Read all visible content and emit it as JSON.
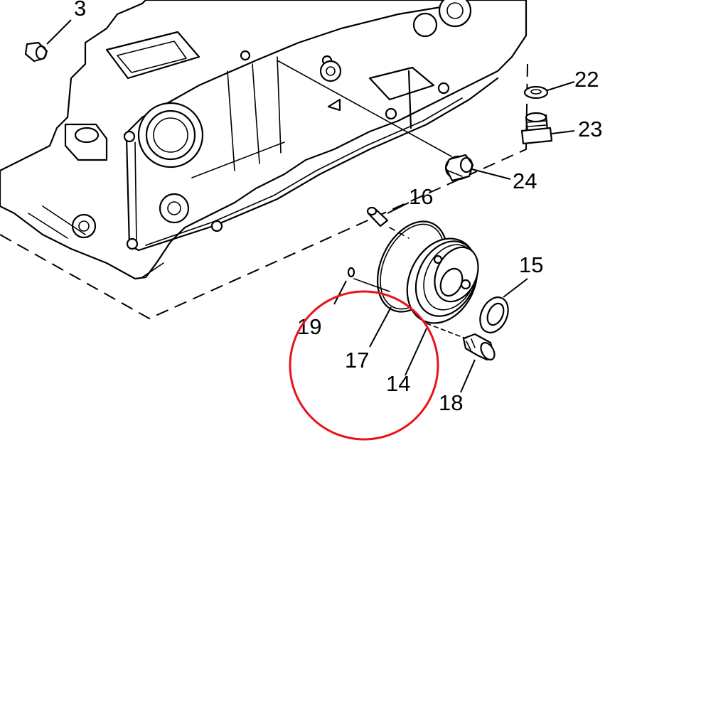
{
  "diagram": {
    "callouts": [
      "3",
      "22",
      "23",
      "24",
      "16",
      "15",
      "19",
      "17",
      "14",
      "18"
    ]
  },
  "highlight": {
    "shape": "circle",
    "color": "#e8141b",
    "target_parts": [
      "19",
      "17",
      "14"
    ]
  },
  "colors": {
    "line": "#000000",
    "background": "#ffffff"
  }
}
